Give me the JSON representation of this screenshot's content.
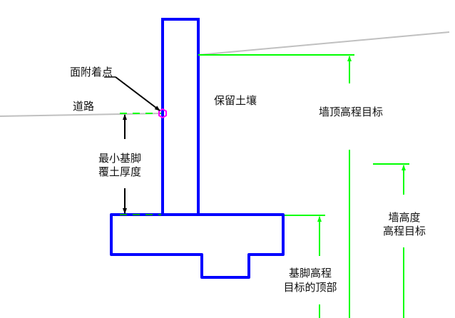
{
  "labels": {
    "surface_attachment_point": "面附着点",
    "road": "道路",
    "retained_soil": "保留土壤",
    "min_footing_cover_line1": "最小基脚",
    "min_footing_cover_line2": "覆土厚度",
    "wall_top_elevation_target": "墙顶高程目标",
    "wall_height_target_line1": "墙高度",
    "wall_height_target_line2": "高程目标",
    "footing_top_target_line1": "基脚高程",
    "footing_top_target_line2": "目标的顶部"
  },
  "colors": {
    "wall": "#0000ff",
    "target": "#00ff00",
    "ground": "#c0c0c0",
    "attachment": "#ff00ff",
    "annotation": "#000000"
  }
}
